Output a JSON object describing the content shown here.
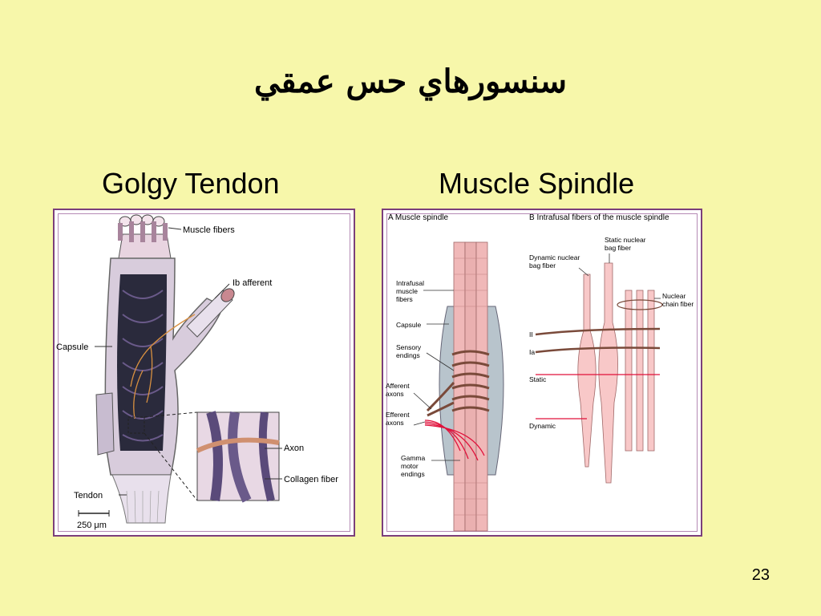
{
  "slide": {
    "title": "سنسورهاي حس عمقي",
    "left_heading": "Golgy Tendon",
    "right_heading": "Muscle Spindle",
    "page_number": "23"
  },
  "golgi": {
    "muscle_fibers": "Muscle fibers",
    "ib_afferent": "Ib afferent",
    "capsule": "Capsule",
    "axon": "Axon",
    "collagen_fiber": "Collagen fiber",
    "tendon": "Tendon",
    "scale": "250 μm"
  },
  "spindle": {
    "panel_a": "A  Muscle spindle",
    "panel_b": "B  Intrafusal fibers of the muscle spindle",
    "intrafusal_1": "Intrafusal",
    "intrafusal_2": "muscle",
    "intrafusal_3": "fibers",
    "capsule": "Capsule",
    "sensory_1": "Sensory",
    "sensory_2": "endings",
    "afferent_1": "Afferent",
    "afferent_2": "axons",
    "efferent_1": "Efferent",
    "efferent_2": "axons",
    "gamma_1": "Gamma",
    "gamma_2": "motor",
    "gamma_3": "endings",
    "static_bag_1": "Static nuclear",
    "static_bag_2": "bag fiber",
    "dynamic_bag_1": "Dynamic nuclear",
    "dynamic_bag_2": "bag fiber",
    "chain_1": "Nuclear",
    "chain_2": "chain fiber",
    "II": "II",
    "Ia": "Ia",
    "static": "Static",
    "dynamic": "Dynamic"
  }
}
